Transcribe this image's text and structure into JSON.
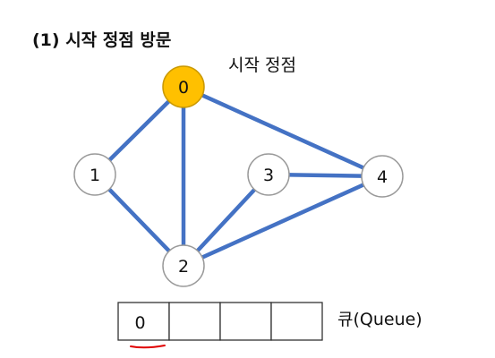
{
  "title": "(1) 시작 정점 방문",
  "start_label": "시작 정점",
  "queue_label": "큐(Queue)",
  "colors": {
    "edge": "#4472c4",
    "visited_fill": "#ffc000",
    "visited_stroke": "#c99800",
    "node_fill": "#ffffff",
    "node_stroke": "#9a9a9a",
    "underline": "#e00000"
  },
  "nodes": [
    {
      "id": "0",
      "label": "0",
      "visited": true
    },
    {
      "id": "1",
      "label": "1",
      "visited": false
    },
    {
      "id": "2",
      "label": "2",
      "visited": false
    },
    {
      "id": "3",
      "label": "3",
      "visited": false
    },
    {
      "id": "4",
      "label": "4",
      "visited": false
    }
  ],
  "edges": [
    {
      "from": "0",
      "to": "1"
    },
    {
      "from": "0",
      "to": "2"
    },
    {
      "from": "0",
      "to": "4"
    },
    {
      "from": "1",
      "to": "2"
    },
    {
      "from": "2",
      "to": "3"
    },
    {
      "from": "2",
      "to": "4"
    },
    {
      "from": "3",
      "to": "4"
    }
  ],
  "queue": {
    "cells": [
      "0",
      "",
      "",
      ""
    ],
    "underlined_index": 0
  }
}
